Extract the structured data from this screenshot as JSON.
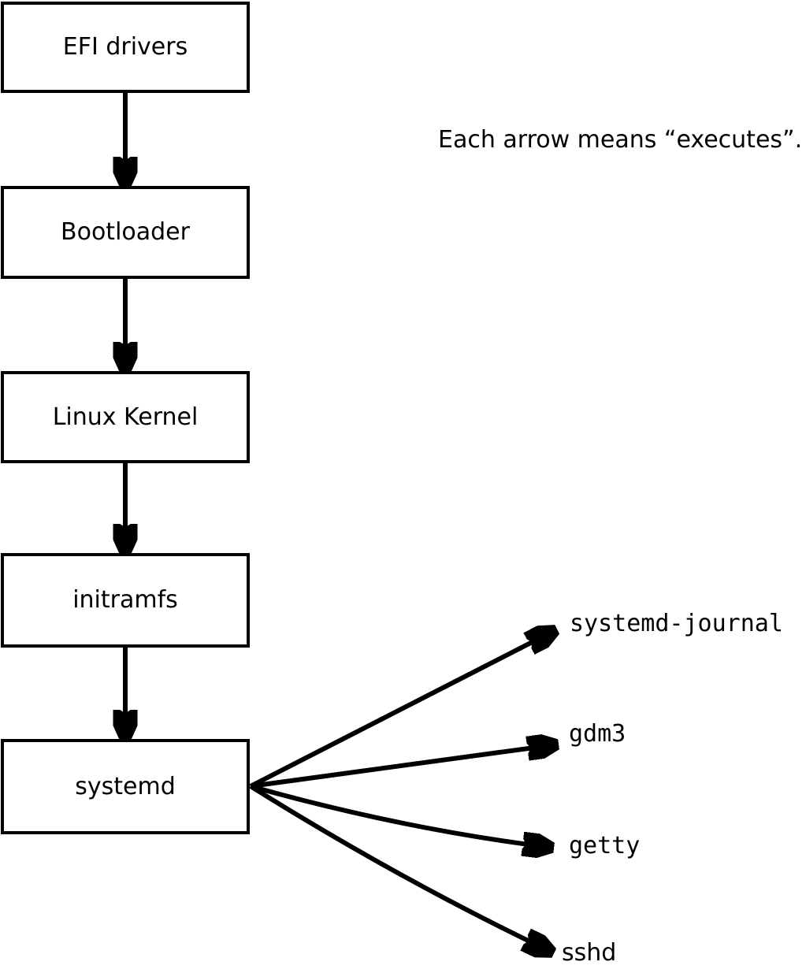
{
  "diagram": {
    "caption": "Each arrow means “executes”.",
    "colors": {
      "background": "#ffffff",
      "stroke": "#000000",
      "text": "#000000"
    },
    "boxes": [
      {
        "id": "efi",
        "label": "EFI drivers"
      },
      {
        "id": "bootloader",
        "label": "Bootloader"
      },
      {
        "id": "kernel",
        "label": "Linux Kernel"
      },
      {
        "id": "initramfs",
        "label": "initramfs"
      },
      {
        "id": "systemd",
        "label": "systemd"
      }
    ],
    "targets": [
      {
        "id": "systemd-journal",
        "label": "systemd-journal"
      },
      {
        "id": "gdm3",
        "label": "gdm3"
      },
      {
        "id": "getty",
        "label": "getty"
      },
      {
        "id": "sshd",
        "label": "sshd"
      }
    ],
    "edges": [
      {
        "from": "EFI drivers",
        "to": "Bootloader",
        "meaning": "executes"
      },
      {
        "from": "Bootloader",
        "to": "Linux Kernel",
        "meaning": "executes"
      },
      {
        "from": "Linux Kernel",
        "to": "initramfs",
        "meaning": "executes"
      },
      {
        "from": "initramfs",
        "to": "systemd",
        "meaning": "executes"
      },
      {
        "from": "systemd",
        "to": "systemd-journal",
        "meaning": "executes"
      },
      {
        "from": "systemd",
        "to": "gdm3",
        "meaning": "executes"
      },
      {
        "from": "systemd",
        "to": "getty",
        "meaning": "executes"
      },
      {
        "from": "systemd",
        "to": "sshd",
        "meaning": "executes"
      }
    ]
  }
}
